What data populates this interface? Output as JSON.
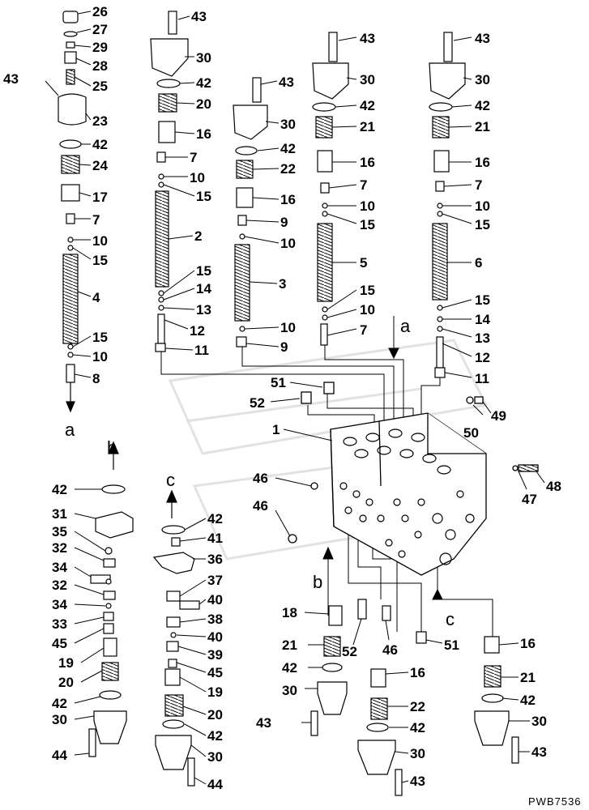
{
  "drawing": {
    "code": "PWB7536",
    "view_markers": [
      "a",
      "b",
      "c"
    ]
  },
  "callouts": [
    {
      "id": "c1",
      "text": "26"
    },
    {
      "id": "c2",
      "text": "27"
    },
    {
      "id": "c3",
      "text": "29"
    },
    {
      "id": "c4",
      "text": "28"
    },
    {
      "id": "c5",
      "text": "25"
    },
    {
      "id": "c6",
      "text": "43"
    },
    {
      "id": "c7",
      "text": "23"
    },
    {
      "id": "c8",
      "text": "42"
    },
    {
      "id": "c9",
      "text": "24"
    },
    {
      "id": "c10",
      "text": "17"
    },
    {
      "id": "c11",
      "text": "7"
    },
    {
      "id": "c12",
      "text": "10"
    },
    {
      "id": "c13",
      "text": "15"
    },
    {
      "id": "c14",
      "text": "4"
    },
    {
      "id": "c15",
      "text": "15"
    },
    {
      "id": "c16",
      "text": "10"
    },
    {
      "id": "c17",
      "text": "8"
    },
    {
      "id": "c18",
      "text": "43"
    },
    {
      "id": "c19",
      "text": "30"
    },
    {
      "id": "c20",
      "text": "42"
    },
    {
      "id": "c21",
      "text": "20"
    },
    {
      "id": "c22",
      "text": "16"
    },
    {
      "id": "c23",
      "text": "7"
    },
    {
      "id": "c24",
      "text": "10"
    },
    {
      "id": "c25",
      "text": "15"
    },
    {
      "id": "c26",
      "text": "2"
    },
    {
      "id": "c27",
      "text": "15"
    },
    {
      "id": "c28",
      "text": "14"
    },
    {
      "id": "c29",
      "text": "13"
    },
    {
      "id": "c30",
      "text": "12"
    },
    {
      "id": "c31",
      "text": "11"
    },
    {
      "id": "c32",
      "text": "43"
    },
    {
      "id": "c33",
      "text": "30"
    },
    {
      "id": "c34",
      "text": "42"
    },
    {
      "id": "c35",
      "text": "22"
    },
    {
      "id": "c36",
      "text": "16"
    },
    {
      "id": "c37",
      "text": "9"
    },
    {
      "id": "c38",
      "text": "10"
    },
    {
      "id": "c39",
      "text": "3"
    },
    {
      "id": "c40",
      "text": "10"
    },
    {
      "id": "c41",
      "text": "9"
    },
    {
      "id": "c42",
      "text": "43"
    },
    {
      "id": "c43",
      "text": "30"
    },
    {
      "id": "c44",
      "text": "42"
    },
    {
      "id": "c45",
      "text": "21"
    },
    {
      "id": "c46",
      "text": "16"
    },
    {
      "id": "c47",
      "text": "7"
    },
    {
      "id": "c48",
      "text": "10"
    },
    {
      "id": "c49",
      "text": "15"
    },
    {
      "id": "c50",
      "text": "5"
    },
    {
      "id": "c51",
      "text": "15"
    },
    {
      "id": "c52",
      "text": "10"
    },
    {
      "id": "c53",
      "text": "7"
    },
    {
      "id": "c54",
      "text": "43"
    },
    {
      "id": "c55",
      "text": "30"
    },
    {
      "id": "c56",
      "text": "42"
    },
    {
      "id": "c57",
      "text": "21"
    },
    {
      "id": "c58",
      "text": "16"
    },
    {
      "id": "c59",
      "text": "7"
    },
    {
      "id": "c60",
      "text": "10"
    },
    {
      "id": "c61",
      "text": "15"
    },
    {
      "id": "c62",
      "text": "6"
    },
    {
      "id": "c63",
      "text": "15"
    },
    {
      "id": "c64",
      "text": "14"
    },
    {
      "id": "c65",
      "text": "13"
    },
    {
      "id": "c66",
      "text": "12"
    },
    {
      "id": "c67",
      "text": "11"
    },
    {
      "id": "c68",
      "text": "51"
    },
    {
      "id": "c69",
      "text": "52"
    },
    {
      "id": "c70",
      "text": "1"
    },
    {
      "id": "c71",
      "text": "49"
    },
    {
      "id": "c72",
      "text": "50"
    },
    {
      "id": "c73",
      "text": "46"
    },
    {
      "id": "c74",
      "text": "46"
    },
    {
      "id": "c75",
      "text": "48"
    },
    {
      "id": "c76",
      "text": "47"
    },
    {
      "id": "c77",
      "text": "42"
    },
    {
      "id": "c78",
      "text": "31"
    },
    {
      "id": "c79",
      "text": "35"
    },
    {
      "id": "c80",
      "text": "32"
    },
    {
      "id": "c81",
      "text": "34"
    },
    {
      "id": "c82",
      "text": "32"
    },
    {
      "id": "c83",
      "text": "34"
    },
    {
      "id": "c84",
      "text": "33"
    },
    {
      "id": "c85",
      "text": "45"
    },
    {
      "id": "c86",
      "text": "19"
    },
    {
      "id": "c87",
      "text": "20"
    },
    {
      "id": "c88",
      "text": "42"
    },
    {
      "id": "c89",
      "text": "30"
    },
    {
      "id": "c90",
      "text": "44"
    },
    {
      "id": "c91",
      "text": "42"
    },
    {
      "id": "c92",
      "text": "41"
    },
    {
      "id": "c93",
      "text": "36"
    },
    {
      "id": "c94",
      "text": "37"
    },
    {
      "id": "c95",
      "text": "40"
    },
    {
      "id": "c96",
      "text": "38"
    },
    {
      "id": "c97",
      "text": "40"
    },
    {
      "id": "c98",
      "text": "39"
    },
    {
      "id": "c99",
      "text": "45"
    },
    {
      "id": "c100",
      "text": "19"
    },
    {
      "id": "c101",
      "text": "20"
    },
    {
      "id": "c102",
      "text": "42"
    },
    {
      "id": "c103",
      "text": "30"
    },
    {
      "id": "c104",
      "text": "44"
    },
    {
      "id": "c105",
      "text": "18"
    },
    {
      "id": "c106",
      "text": "52"
    },
    {
      "id": "c107",
      "text": "46"
    },
    {
      "id": "c108",
      "text": "51"
    },
    {
      "id": "c109",
      "text": "21"
    },
    {
      "id": "c110",
      "text": "42"
    },
    {
      "id": "c111",
      "text": "30"
    },
    {
      "id": "c112",
      "text": "43"
    },
    {
      "id": "c113",
      "text": "16"
    },
    {
      "id": "c114",
      "text": "22"
    },
    {
      "id": "c115",
      "text": "42"
    },
    {
      "id": "c116",
      "text": "30"
    },
    {
      "id": "c117",
      "text": "43"
    },
    {
      "id": "c118",
      "text": "16"
    },
    {
      "id": "c119",
      "text": "21"
    },
    {
      "id": "c120",
      "text": "42"
    },
    {
      "id": "c121",
      "text": "30"
    },
    {
      "id": "c122",
      "text": "43"
    }
  ]
}
